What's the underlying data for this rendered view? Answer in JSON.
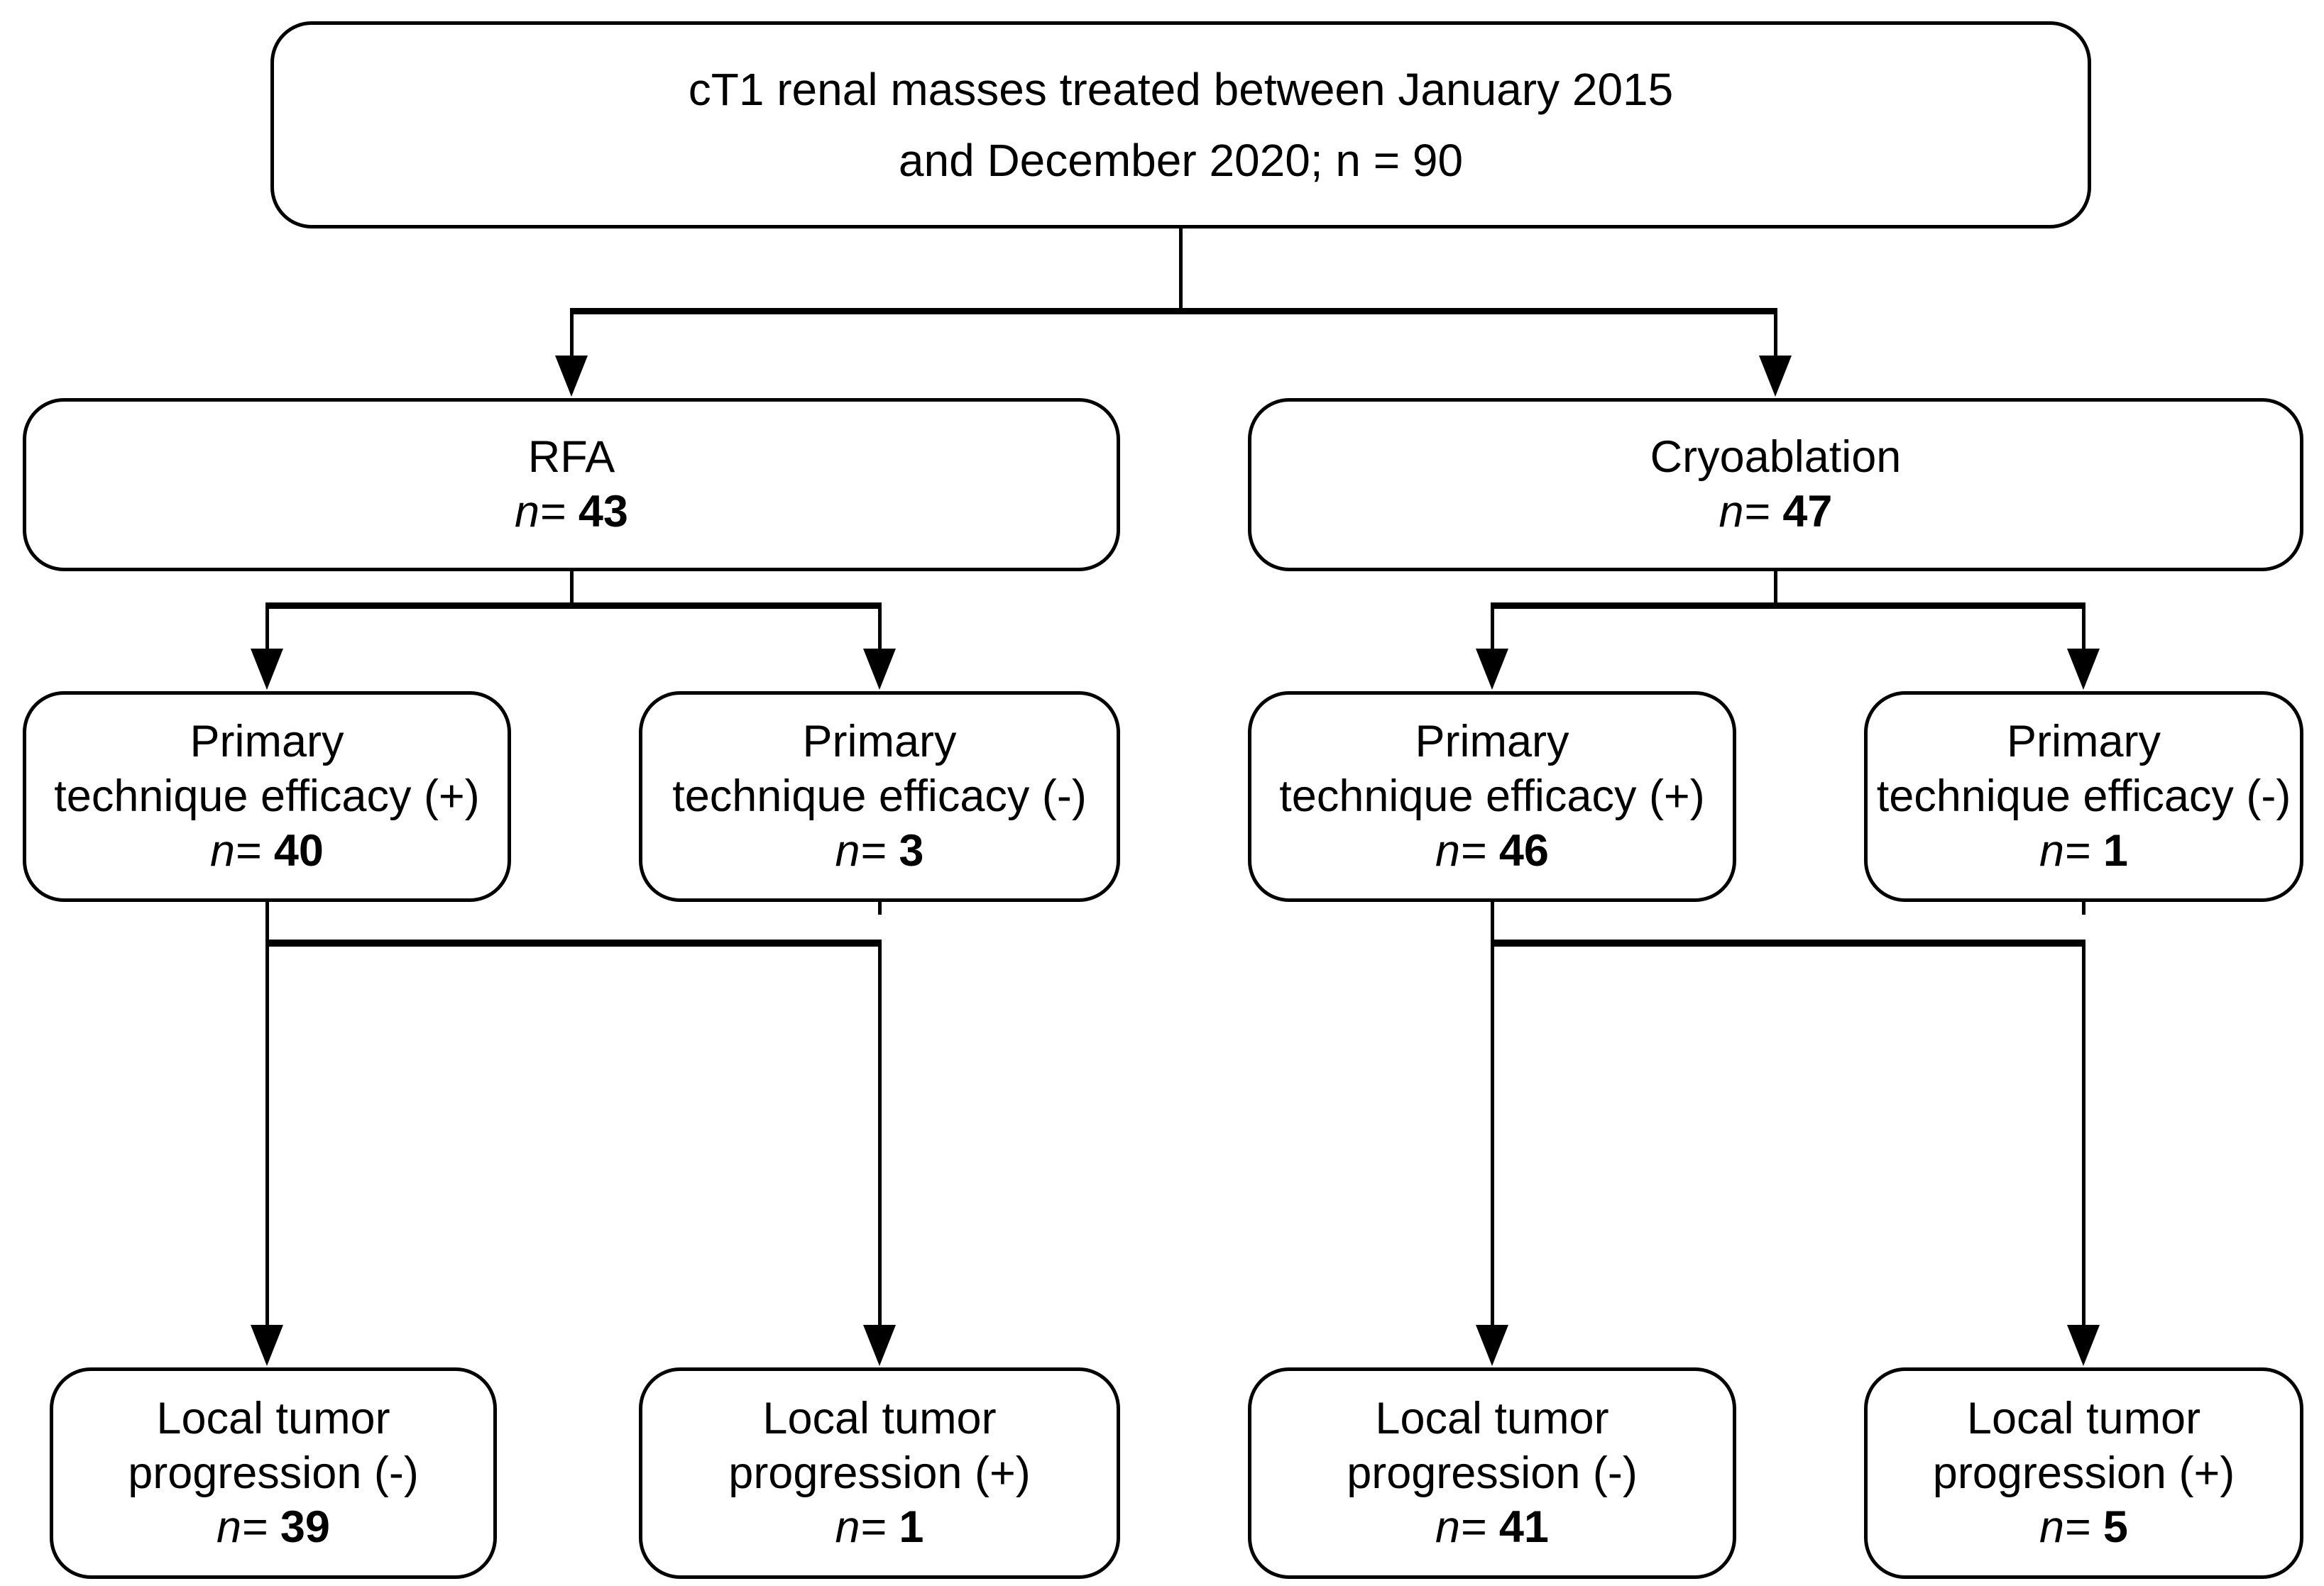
{
  "title_box": {
    "line1": "cT1 renal masses treated between January 2015",
    "line2": "and December 2020; n = 90"
  },
  "nodes": {
    "rfa": {
      "line1": "RFA",
      "n_prefix": "n=",
      "n_value": "43"
    },
    "cryo": {
      "line1": "Cryoablation",
      "n_prefix": "n=",
      "n_value": "47"
    },
    "rfa_eff_pos": {
      "line1": "Primary",
      "line2": "technique efficacy (+)",
      "n_prefix": "n=",
      "n_value": "40"
    },
    "rfa_eff_neg": {
      "line1": "Primary",
      "line2": "technique efficacy (-)",
      "n_prefix": "n=",
      "n_value": "3"
    },
    "cryo_eff_pos": {
      "line1": "Primary",
      "line2": "technique efficacy (+)",
      "n_prefix": "n=",
      "n_value": "46"
    },
    "cryo_eff_neg": {
      "line1": "Primary",
      "line2": "technique efficacy (-)",
      "n_prefix": "n=",
      "n_value": "1"
    },
    "rfa_ltp_neg": {
      "line1": "Local tumor",
      "line2": "progression (-)",
      "n_prefix": "n=",
      "n_value": "39"
    },
    "rfa_ltp_pos": {
      "line1": "Local tumor",
      "line2": "progression (+)",
      "n_prefix": "n=",
      "n_value": "1"
    },
    "cryo_ltp_neg": {
      "line1": "Local tumor",
      "line2": "progression (-)",
      "n_prefix": "n=",
      "n_value": "41"
    },
    "cryo_ltp_pos": {
      "line1": "Local tumor",
      "line2": "progression (+)",
      "n_prefix": "n=",
      "n_value": "5"
    }
  },
  "colors": {
    "line": "#000000",
    "background": "#ffffff"
  }
}
